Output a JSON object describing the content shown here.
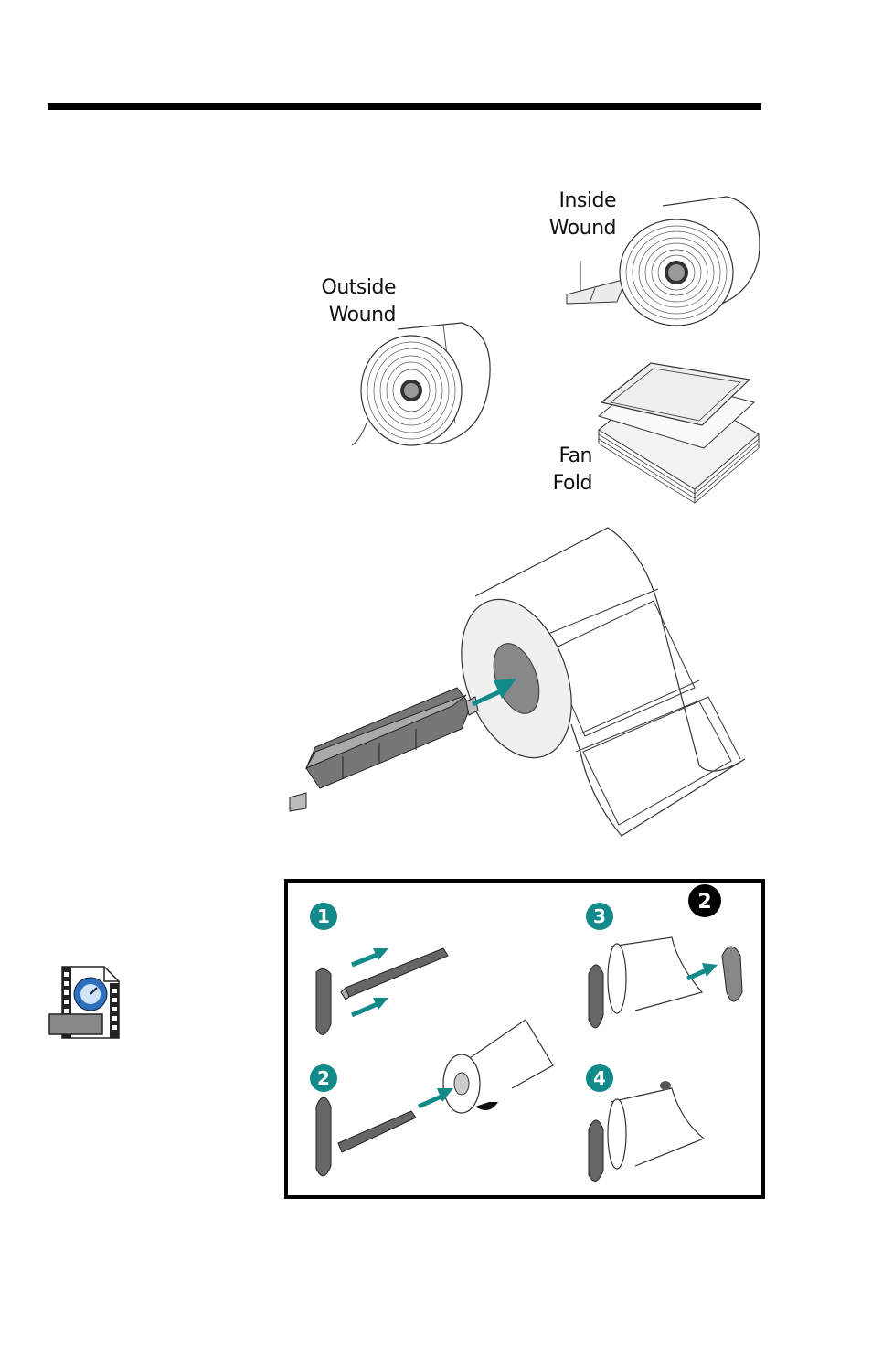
{
  "labels": {
    "inside": [
      "Inside",
      "Wound"
    ],
    "outside": [
      "Outside",
      "Wound"
    ],
    "fanfold": [
      "Fan",
      "Fold"
    ]
  },
  "steps": [
    {
      "number": "1",
      "style": "teal"
    },
    {
      "number": "2",
      "style": "teal"
    },
    {
      "number": "3",
      "style": "teal"
    },
    {
      "number": "4",
      "style": "teal"
    },
    {
      "number": "2",
      "style": "black"
    }
  ],
  "colors": {
    "accent": "#138a8a",
    "callout": "#000000",
    "rule": "#000000"
  },
  "icons": [
    "quicktime-movie-icon"
  ]
}
